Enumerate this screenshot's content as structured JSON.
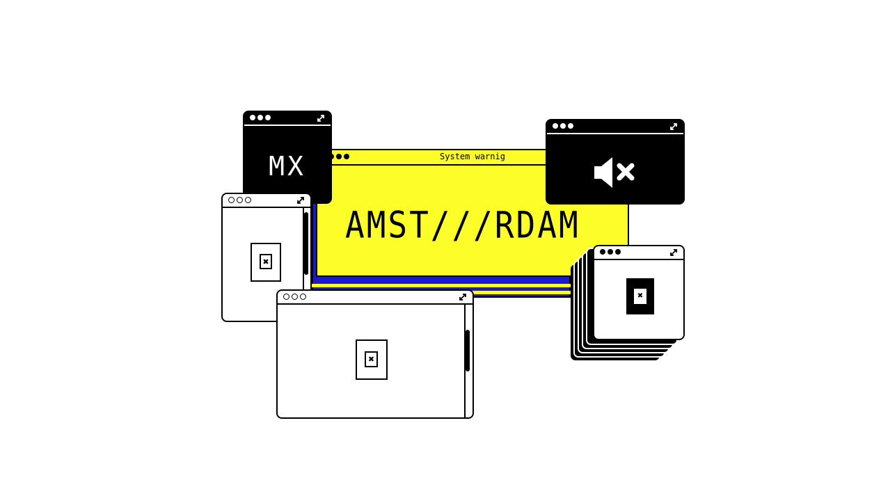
{
  "main_window": {
    "title": "System warnig",
    "headline": "AMST///RDAM",
    "background": "#fdfd2a",
    "accent": "#1a1ac8"
  },
  "mx_window": {
    "text": "MX"
  },
  "mute_window": {
    "icon": "speaker-muted-icon"
  },
  "broken_image_icon": "broken-image-icon",
  "colors": {
    "yellow": "#fdfd2a",
    "blue": "#1a1ac8",
    "black": "#000000",
    "white": "#ffffff"
  }
}
